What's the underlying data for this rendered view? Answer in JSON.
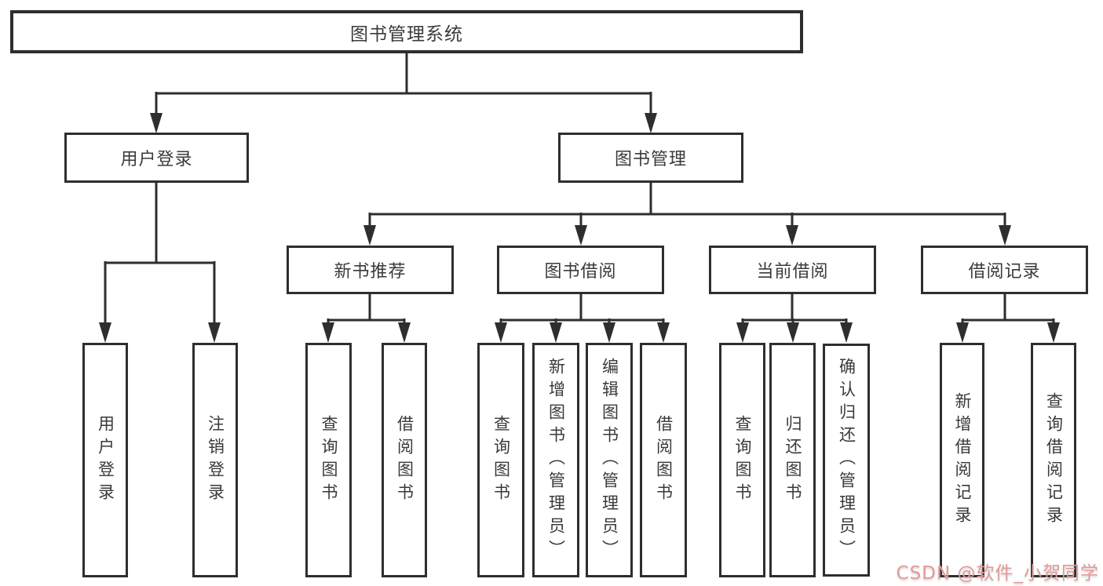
{
  "diagram": {
    "root": {
      "label": "图书管理系统"
    },
    "level2": [
      {
        "label": "用户登录"
      },
      {
        "label": "图书管理"
      }
    ],
    "level3": [
      {
        "label": "新书推荐"
      },
      {
        "label": "图书借阅"
      },
      {
        "label": "当前借阅"
      },
      {
        "label": "借阅记录"
      }
    ],
    "leaves": {
      "user_login": [
        "用户登录",
        "注销登录"
      ],
      "new_book": [
        "查询图书",
        "借阅图书"
      ],
      "book_borrow": [
        "查询图书",
        "新增图书（管理员）",
        "编辑图书（管理员）",
        "借阅图书"
      ],
      "current_borrow": [
        "查询图书",
        "归还图书",
        "确认归还（管理员）"
      ],
      "borrow_record": [
        "新增借阅记录",
        "查询借阅记录"
      ]
    }
  },
  "watermark": {
    "text": "CSDN @软件_小贺同学",
    "color": "#e39a96"
  },
  "colors": {
    "line": "#2e2e2e",
    "box_border": "#2e2e2e",
    "box_background": "#ffffff",
    "text": "#3a3a3a"
  }
}
